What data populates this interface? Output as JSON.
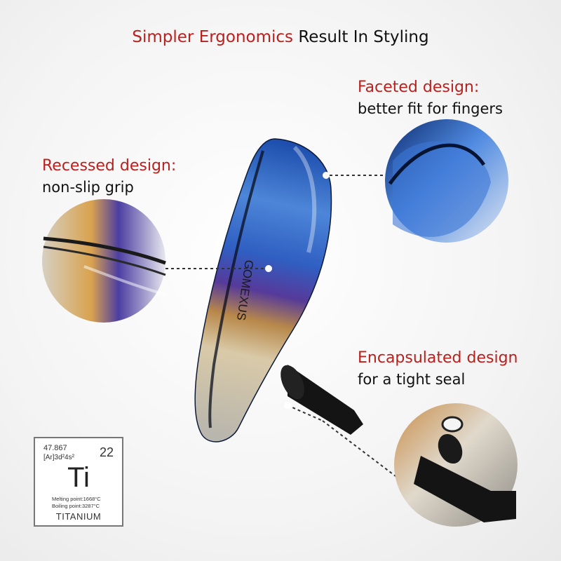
{
  "title": {
    "highlight": "Simpler Ergonomics",
    "rest": "Result In Styling"
  },
  "callouts": [
    {
      "heading": "Faceted design:",
      "sub": "better fit for fingers"
    },
    {
      "heading": "Recessed design:",
      "sub": "non-slip grip"
    },
    {
      "heading": "Encapsulated design",
      "sub": "for a tight seal"
    }
  ],
  "element": {
    "mass": "47.867",
    "config": "[Ar]3d²4s²",
    "number": "22",
    "symbol": "Ti",
    "melting": "Melting point:1668°C",
    "boiling": "Boiling point:3287°C",
    "name": "TITANIUM"
  },
  "colors": {
    "accent": "#b8211e",
    "text": "#111111"
  }
}
